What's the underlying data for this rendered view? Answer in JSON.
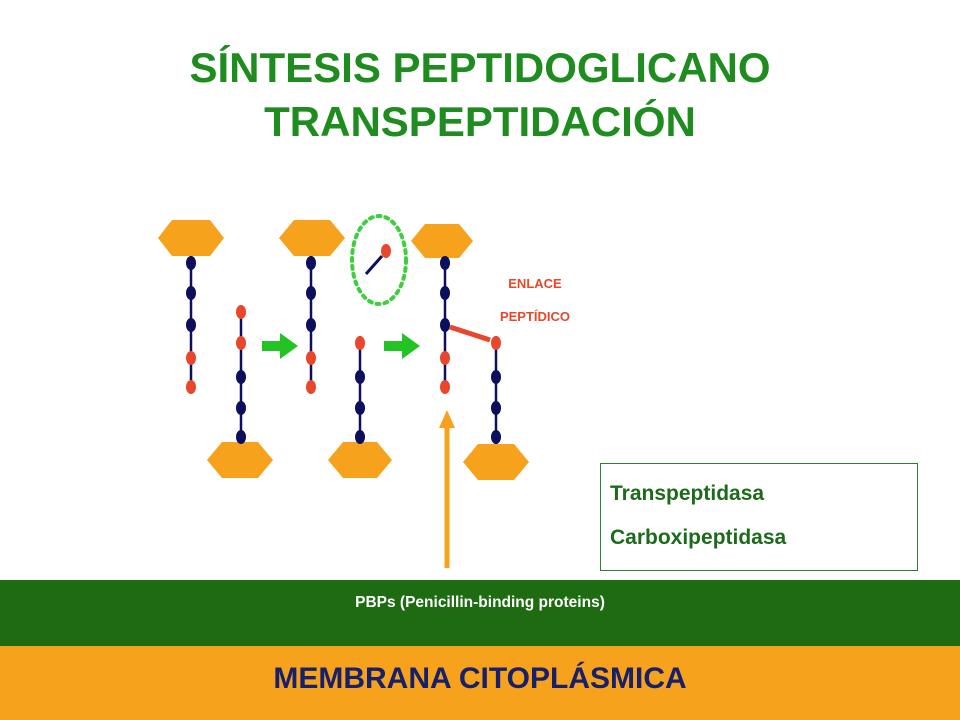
{
  "title": {
    "line1": "SÍNTESIS PEPTIDOGLICANO",
    "line2": "TRANSPEPTIDACIÓN"
  },
  "bond_label": {
    "line1": "ENLACE",
    "line2": "PEPTÍDICO"
  },
  "enzymes": {
    "item1": "Transpeptidasa",
    "item2": "Carboxipeptidasa"
  },
  "pbp_band": "PBPs (Penicillin-binding proteins)",
  "membrane": "MEMBRANA  CITOPLÁSMICA",
  "colors": {
    "title": "#1e8c1e",
    "sugar": "#f7a21c",
    "amino_acid_navy": "#0b0f5c",
    "amino_acid_red": "#e8472b",
    "arrow_green": "#22c322",
    "arrow_orange": "#f7a21c",
    "released_circle": "#3ecf3e",
    "pbp_band": "#1e6b12",
    "membrane": "#f7a21c"
  }
}
